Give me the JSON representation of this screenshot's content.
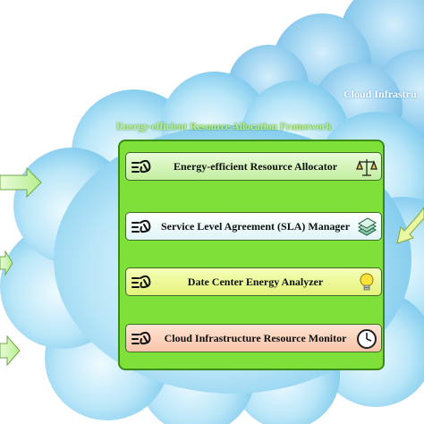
{
  "labels": {
    "cloud": "Cloud Infrastru",
    "framework": "Energy-efficient Resource Allocation Framework"
  },
  "modules": [
    {
      "label": "Energy-efficient Resource Allocator",
      "icon": "balance-scale-icon"
    },
    {
      "label": "Service Level Agreement (SLA) Manager",
      "icon": "document-stack-icon"
    },
    {
      "label": "Date Center Energy Analyzer",
      "icon": "lightbulb-icon"
    },
    {
      "label": "Cloud Infrastructure Resource Monitor",
      "icon": "clock-icon"
    }
  ],
  "colors": {
    "cloud": "#9ad6f2",
    "panel": "#7fe03a",
    "arrow": "#c8f3a8"
  }
}
